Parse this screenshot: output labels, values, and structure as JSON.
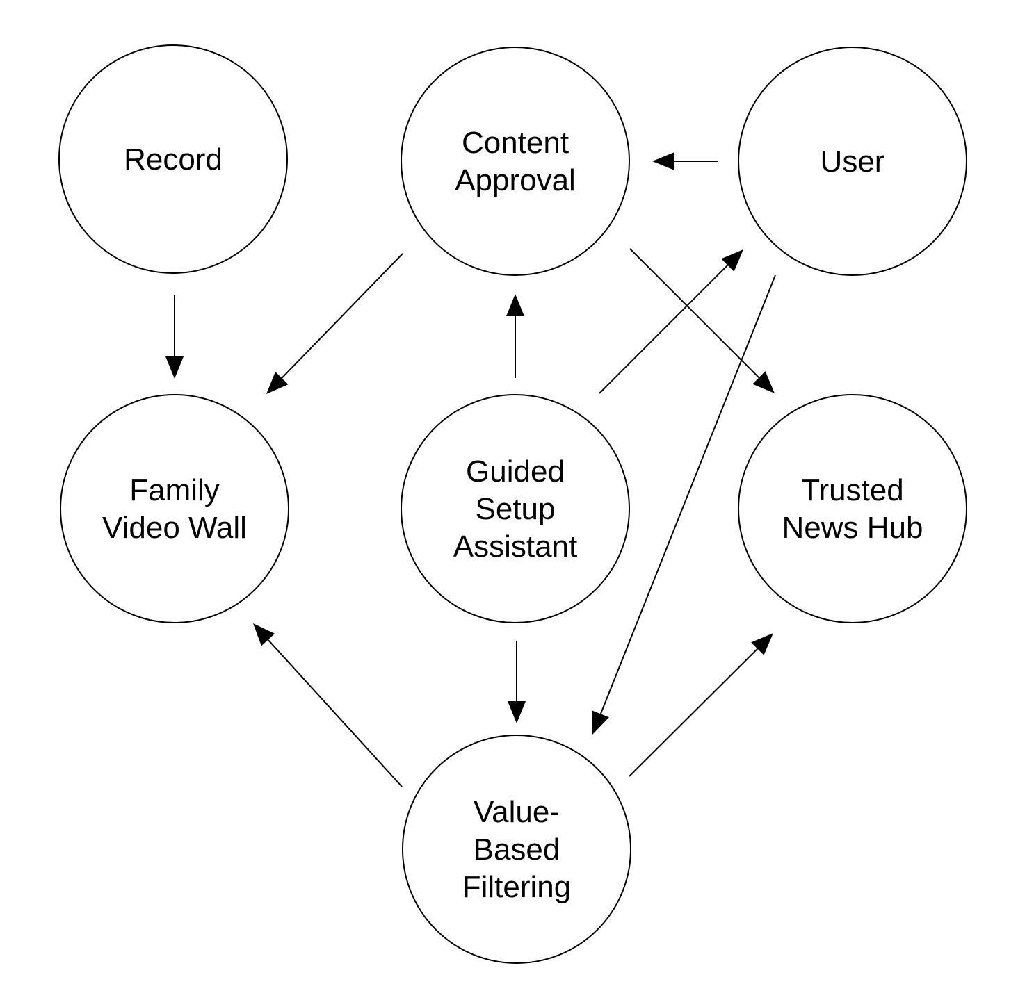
{
  "nodes": [
    {
      "id": "record",
      "lines": [
        "Record"
      ]
    },
    {
      "id": "content-approval",
      "lines": [
        "Content",
        "Approval"
      ]
    },
    {
      "id": "user",
      "lines": [
        "User"
      ]
    },
    {
      "id": "family-video-wall",
      "lines": [
        "Family",
        "Video Wall"
      ]
    },
    {
      "id": "guided-setup-assistant",
      "lines": [
        "Guided",
        "Setup",
        "Assistant"
      ]
    },
    {
      "id": "trusted-news-hub",
      "lines": [
        "Trusted",
        "News Hub"
      ]
    },
    {
      "id": "value-based-filtering",
      "lines": [
        "Value-",
        "Based",
        "Filtering"
      ]
    }
  ],
  "edges": [
    {
      "from": "record",
      "to": "family-video-wall"
    },
    {
      "from": "content-approval",
      "to": "family-video-wall"
    },
    {
      "from": "user",
      "to": "content-approval"
    },
    {
      "from": "content-approval",
      "to": "trusted-news-hub"
    },
    {
      "from": "guided-setup-assistant",
      "to": "content-approval"
    },
    {
      "from": "guided-setup-assistant",
      "to": "user"
    },
    {
      "from": "user",
      "to": "value-based-filtering"
    },
    {
      "from": "guided-setup-assistant",
      "to": "value-based-filtering"
    },
    {
      "from": "value-based-filtering",
      "to": "family-video-wall"
    },
    {
      "from": "value-based-filtering",
      "to": "trusted-news-hub"
    }
  ]
}
